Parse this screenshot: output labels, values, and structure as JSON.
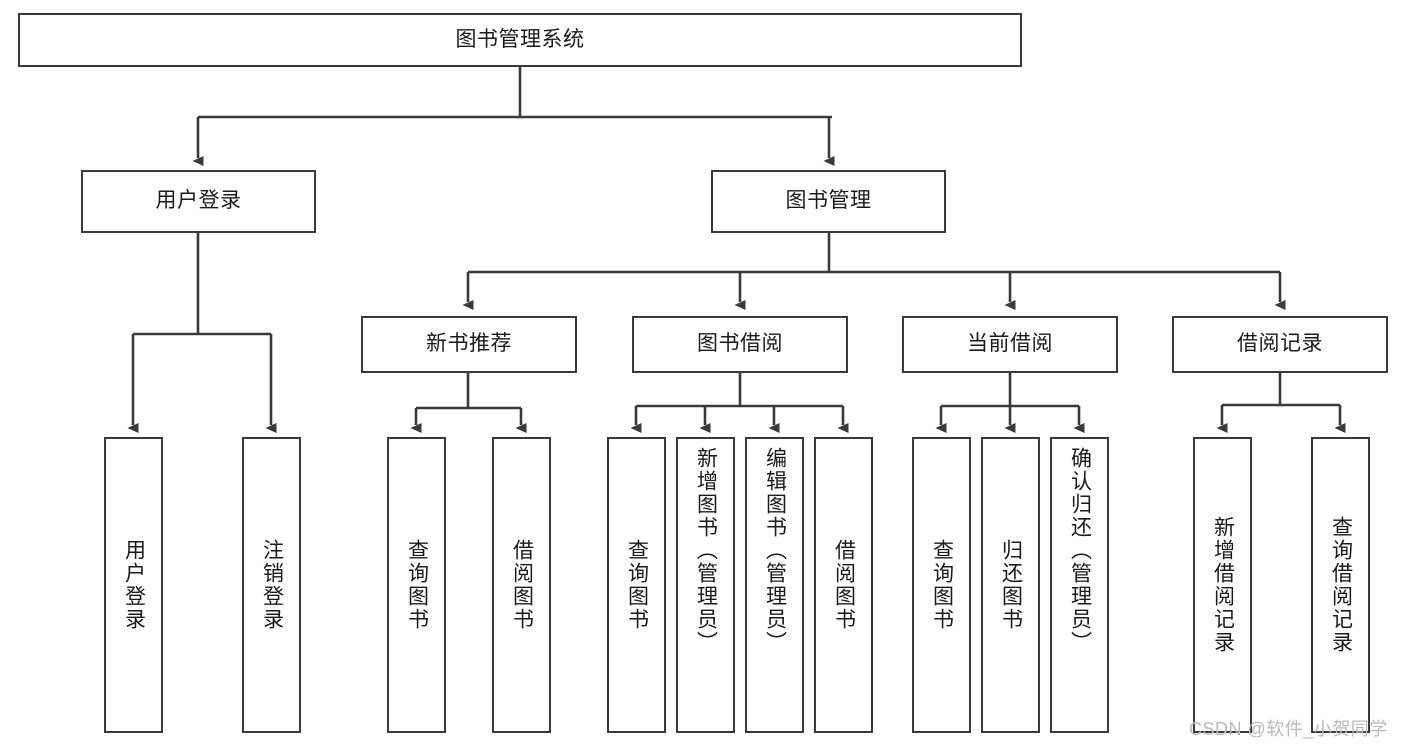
{
  "diagram": {
    "title": "图书管理系统",
    "type": "hierarchy-tree",
    "colors": {
      "box_border": "#3a3a3a",
      "box_fill": "#ffffff",
      "connector": "#3a3a3a",
      "text": "#1b1b1b",
      "watermark": "#b9b9b9",
      "background": "#ffffff"
    },
    "root": {
      "label": "图书管理系统"
    },
    "level2": [
      {
        "label": "用户登录"
      },
      {
        "label": "图书管理"
      }
    ],
    "level3": [
      {
        "label": "新书推荐"
      },
      {
        "label": "图书借阅"
      },
      {
        "label": "当前借阅"
      },
      {
        "label": "借阅记录"
      }
    ],
    "leaves": {
      "user_login": [
        {
          "label": "用户登录"
        },
        {
          "label": "注销登录"
        }
      ],
      "new_book_recommend": [
        {
          "label": "查询图书"
        },
        {
          "label": "借阅图书"
        }
      ],
      "book_borrow": [
        {
          "label": "查询图书"
        },
        {
          "label": "新增图书（管理员）"
        },
        {
          "label": "编辑图书（管理员）"
        },
        {
          "label": "借阅图书"
        }
      ],
      "current_borrow": [
        {
          "label": "查询图书"
        },
        {
          "label": "归还图书"
        },
        {
          "label": "确认归还（管理员）"
        }
      ],
      "borrow_records": [
        {
          "label": "新增借阅记录"
        },
        {
          "label": "查询借阅记录"
        }
      ]
    }
  },
  "watermark": {
    "text": "CSDN @软件_小贺同学"
  }
}
